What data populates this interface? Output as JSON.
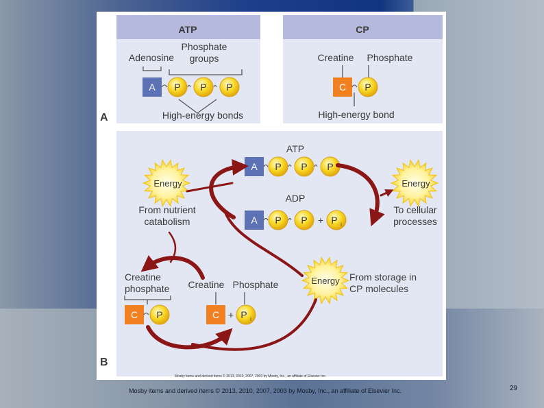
{
  "slide_number": "29",
  "footer": "Mosby items and derived items © 2013, 2010, 2007, 2003 by Mosby, Inc., an affiliate of Elsevier Inc.",
  "figure_credit": "Mosby items and derived items © 2013, 2010, 2007, 2003 by Mosby, Inc., an affiliate of Elsevier Inc.",
  "panel_a": {
    "label": "A",
    "atp": {
      "title": "ATP",
      "adenosine": "Adenosine",
      "phosphate_groups_1": "Phosphate",
      "phosphate_groups_2": "groups",
      "bonds": "High-energy bonds",
      "a": "A",
      "p": "P"
    },
    "cp": {
      "title": "CP",
      "creatine": "Creatine",
      "phosphate": "Phosphate",
      "bond": "High-energy bond",
      "c": "C",
      "p": "P"
    }
  },
  "panel_b": {
    "label": "B",
    "atp": "ATP",
    "adp": "ADP",
    "energy": "Energy",
    "from_nutrient_1": "From nutrient",
    "from_nutrient_2": "catabolism",
    "to_cellular_1": "To cellular",
    "to_cellular_2": "processes",
    "from_storage_1": "From storage in",
    "from_storage_2": "CP molecules",
    "creatine_phosphate_1": "Creatine",
    "creatine_phosphate_2": "phosphate",
    "creatine": "Creatine",
    "phosphate": "Phosphate",
    "a": "A",
    "p": "P",
    "c": "C",
    "pi": "P",
    "i": "i",
    "plus": "+"
  },
  "colors": {
    "header": "#b4b9dd",
    "panel_bg": "#e3e6f3",
    "adenosine": "#5c72b5",
    "creatine": "#f08020",
    "phosphate": "#f5d21c",
    "arrow": "#8b1616"
  }
}
